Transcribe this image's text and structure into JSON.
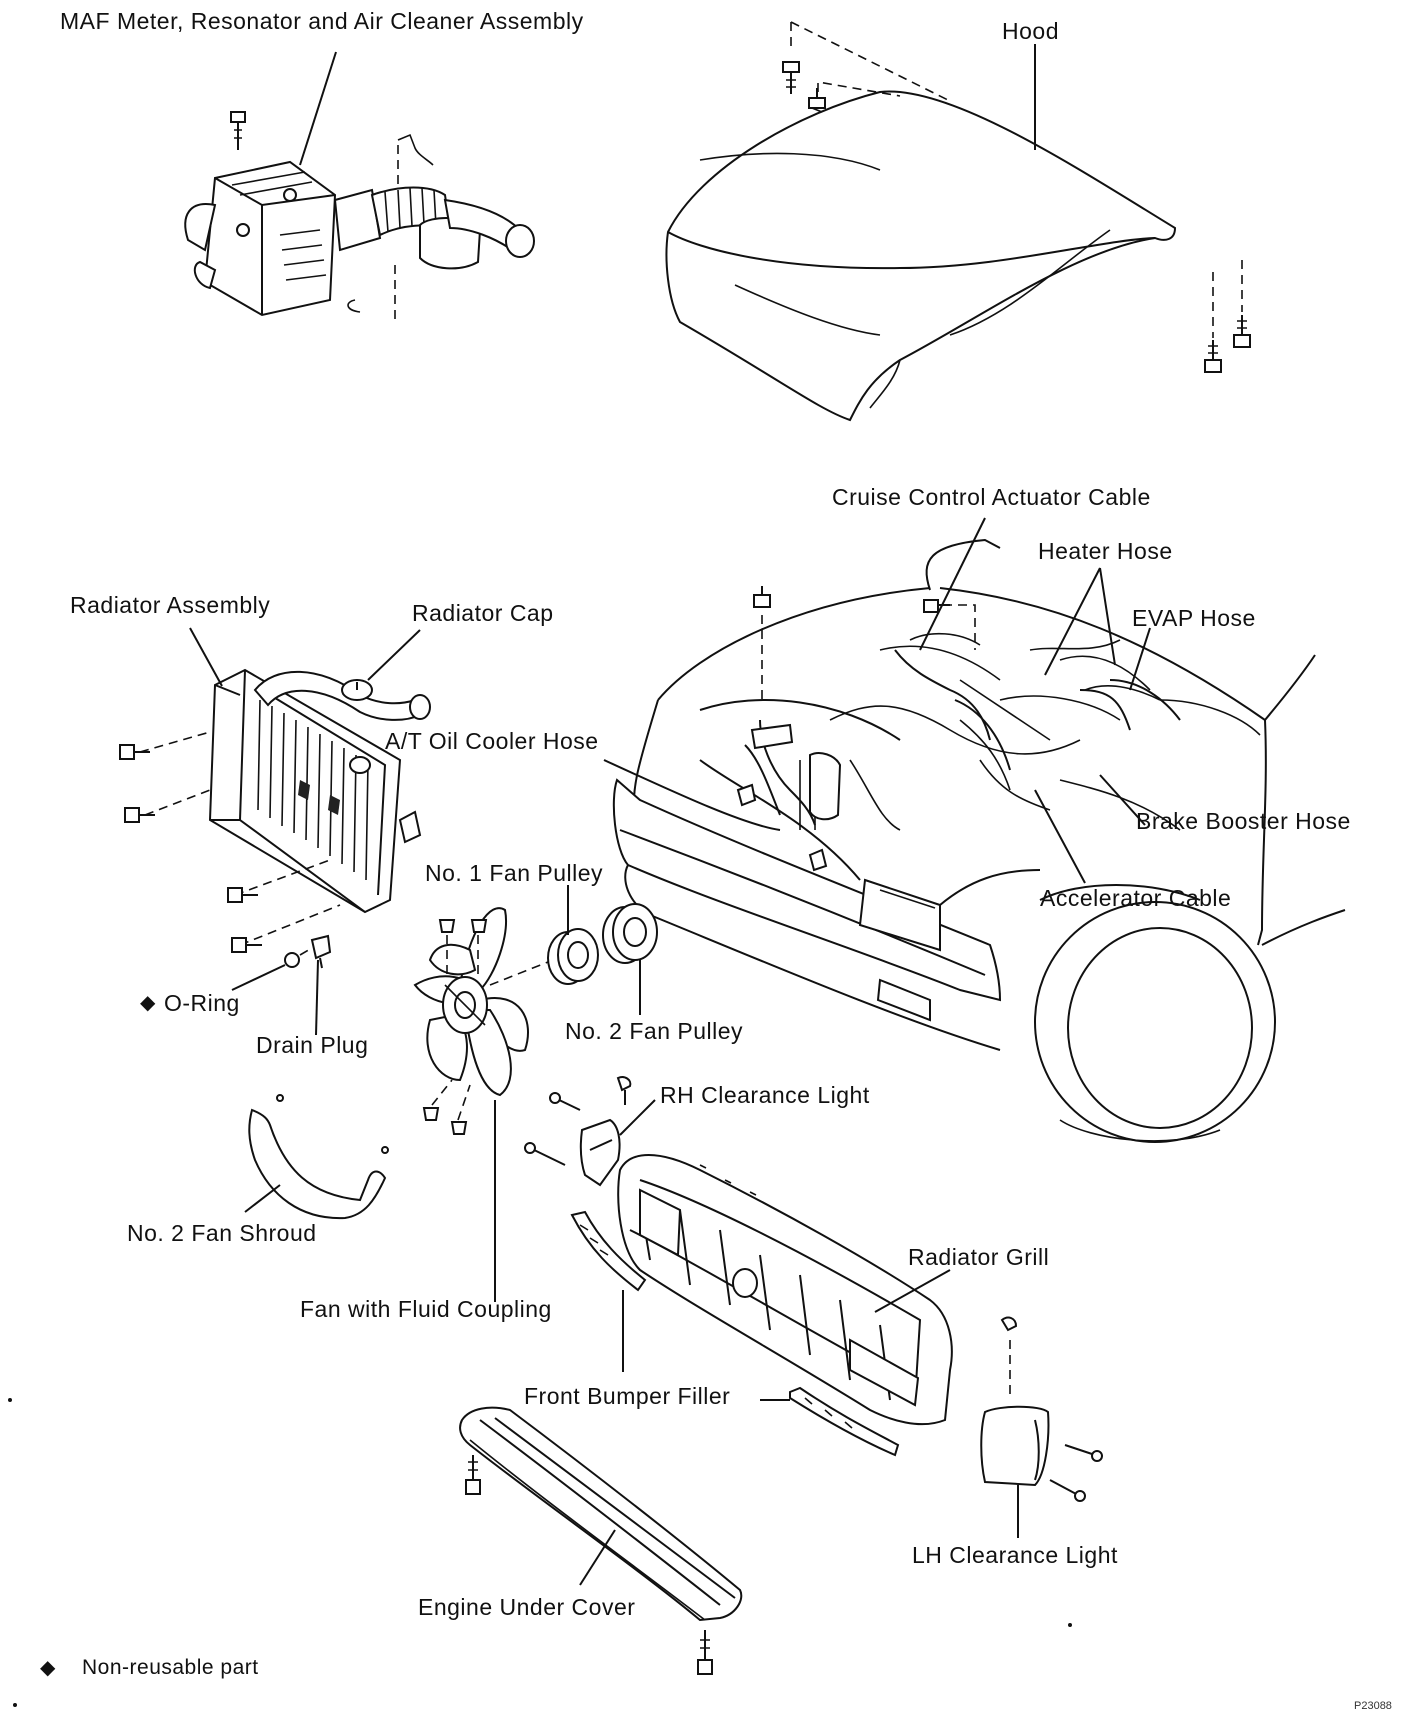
{
  "labels": {
    "maf": "MAF Meter, Resonator and Air Cleaner Assembly",
    "hood": "Hood",
    "cruise": "Cruise Control Actuator Cable",
    "heater": "Heater Hose",
    "evap": "EVAP Hose",
    "radiator_assembly": "Radiator Assembly",
    "radiator_cap": "Radiator Cap",
    "at_oil": "A/T Oil Cooler Hose",
    "brake_booster": "Brake Booster Hose",
    "no1_pulley": "No. 1 Fan Pulley",
    "accel": "Accelerator Cable",
    "oring": "O-Ring",
    "drain": "Drain Plug",
    "no2_pulley": "No. 2 Fan Pulley",
    "rh_light": "RH Clearance Light",
    "no2_shroud": "No. 2 Fan Shroud",
    "fan": "Fan with Fluid Coupling",
    "grill": "Radiator Grill",
    "bumper_filler": "Front Bumper Filler",
    "lh_light": "LH Clearance Light",
    "under_cover": "Engine Under Cover",
    "legend": "Non-reusable part"
  },
  "figure_id": "P23088",
  "symbols": {
    "non_reusable": "◆"
  }
}
